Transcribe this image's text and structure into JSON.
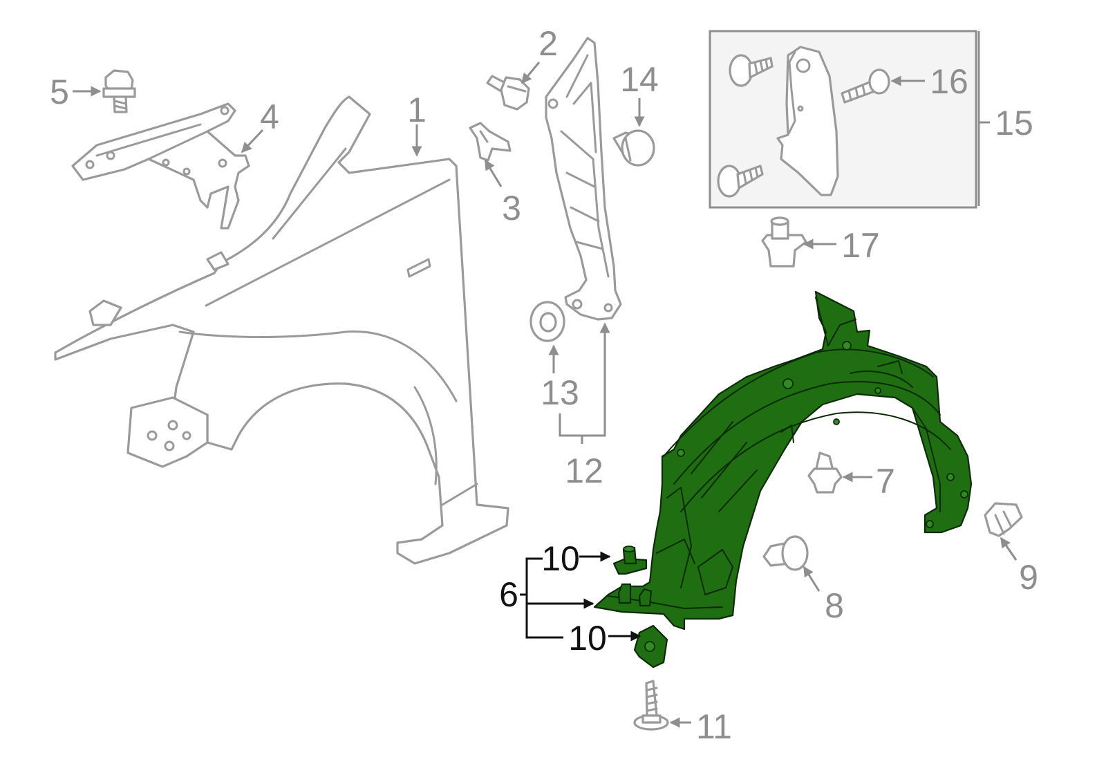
{
  "diagram": {
    "callouts": {
      "c1": "1",
      "c2": "2",
      "c3": "3",
      "c4": "4",
      "c5": "5",
      "c6": "6",
      "c7": "7",
      "c8": "8",
      "c9": "9",
      "c10a": "10",
      "c10b": "10",
      "c11": "11",
      "c12": "12",
      "c13": "13",
      "c14": "14",
      "c15": "15",
      "c16": "16",
      "c17": "17"
    },
    "colors": {
      "highlight_part": "#1f6e12",
      "outline": "#9a9a9a",
      "label_gray": "#8e8e8e",
      "label_highlight": "#111111"
    }
  }
}
